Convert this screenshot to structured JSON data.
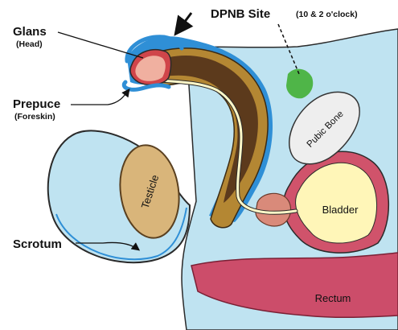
{
  "labels": {
    "glans_title": "Glans",
    "glans_sub": "(Head)",
    "prepuce_title": "Prepuce",
    "prepuce_sub": "(Foreskin)",
    "scrotum": "Scrotum",
    "dpnb_title": "DPNB Site",
    "dpnb_sub": "(10 & 2 o'clock)",
    "testicle": "Testicle",
    "pubic_bone": "Pubic Bone",
    "bladder": "Bladder",
    "rectum": "Rectum"
  },
  "colors": {
    "body_fill": "#bfe3f1",
    "body_outline": "#2a2a2a",
    "skin_blue": "#2f8fd6",
    "testicle_fill": "#d9b57a",
    "shaft_outer": "#b48733",
    "shaft_core": "#5c3a1c",
    "urethra": "#fff8c8",
    "glans_fill": "#f0b0a0",
    "glans_red": "#d0454a",
    "prostate": "#d98a7a",
    "bladder_fill": "#fff6b8",
    "bladder_ring": "#d0536b",
    "rectum_fill": "#cc4d6a",
    "pubic_bone_fill": "#eeeeee",
    "dpnb_green": "#4fb548"
  }
}
